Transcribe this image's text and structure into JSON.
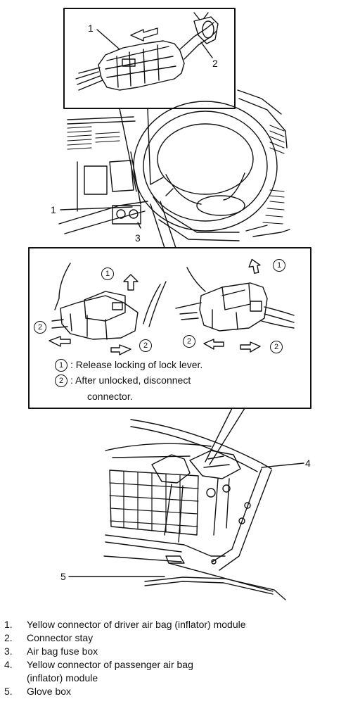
{
  "diagram": {
    "callouts": {
      "top_inset": {
        "c1": "1",
        "c2": "2"
      },
      "main": {
        "c1": "1",
        "c3": "3",
        "c4": "4",
        "c5": "5"
      }
    },
    "steps": {
      "left": {
        "s1": "1",
        "s2a": "2",
        "s2b": "2"
      },
      "right": {
        "s1": "1",
        "s2a": "2",
        "s2b": "2"
      }
    },
    "notes": [
      {
        "marker": "1",
        "text": ": Release locking of lock lever."
      },
      {
        "marker": "2",
        "text": ": After unlocked, disconnect"
      }
    ],
    "notes_continuation": "connector."
  },
  "legend": [
    {
      "num": "1.",
      "text": "Yellow connector of driver air bag (inflator) module"
    },
    {
      "num": "2.",
      "text": "Connector stay"
    },
    {
      "num": "3.",
      "text": "Air bag fuse box"
    },
    {
      "num": "4.",
      "text": "Yellow connector of passenger air bag",
      "cont": "(inflator) module"
    },
    {
      "num": "5.",
      "text": "Glove box"
    }
  ]
}
